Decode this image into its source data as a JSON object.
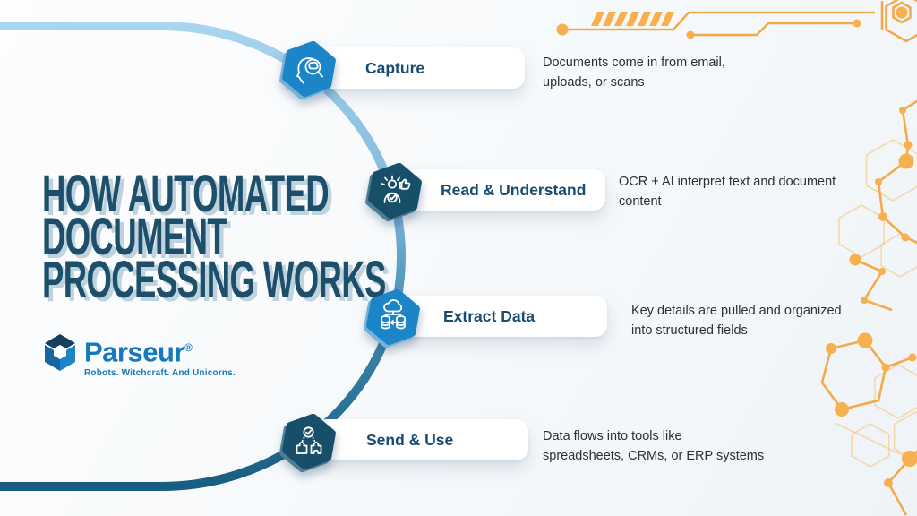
{
  "title": {
    "lines": [
      "HOW AUTOMATED",
      "DOCUMENT",
      "PROCESSING WORKS"
    ]
  },
  "logo": {
    "name": "Parseur",
    "registered": "®",
    "tagline": "Robots. Witchcraft. And Unicorns."
  },
  "steps": [
    {
      "label": "Capture",
      "description": "Documents come in from email,\nuploads, or scans",
      "icon": "head-magnifier-icon",
      "badge_color": "#1B85C8",
      "bevel_color": "#74B3D9"
    },
    {
      "label": "Read & Understand",
      "description": "OCR + AI interpret text and document\ncontent",
      "icon": "person-approve-icon",
      "badge_color": "#184F68",
      "bevel_color": "#4E7E96"
    },
    {
      "label": "Extract Data",
      "description": "Key details are pulled and organized\ninto structured fields",
      "icon": "cloud-database-icon",
      "badge_color": "#1B85C8",
      "bevel_color": "#74B3D9"
    },
    {
      "label": "Send & Use",
      "description": "Data flows into tools like\nspreadsheets, CRMs, or ERP systems",
      "icon": "puzzle-check-icon",
      "badge_color": "#184F68",
      "bevel_color": "#4E7E96"
    }
  ],
  "colors": {
    "background": "#F7FAFC",
    "title_text": "#1D4F6B",
    "title_shadow": "#BFD3DE",
    "step_title": "#174B72",
    "description_text": "#2F2F2F",
    "curve_top": "#A9D5EE",
    "curve_bottom": "#175E80",
    "accent_orange": "#F6A94B",
    "logo_blue": "#1779BD",
    "logo_navy": "#153F5E"
  }
}
